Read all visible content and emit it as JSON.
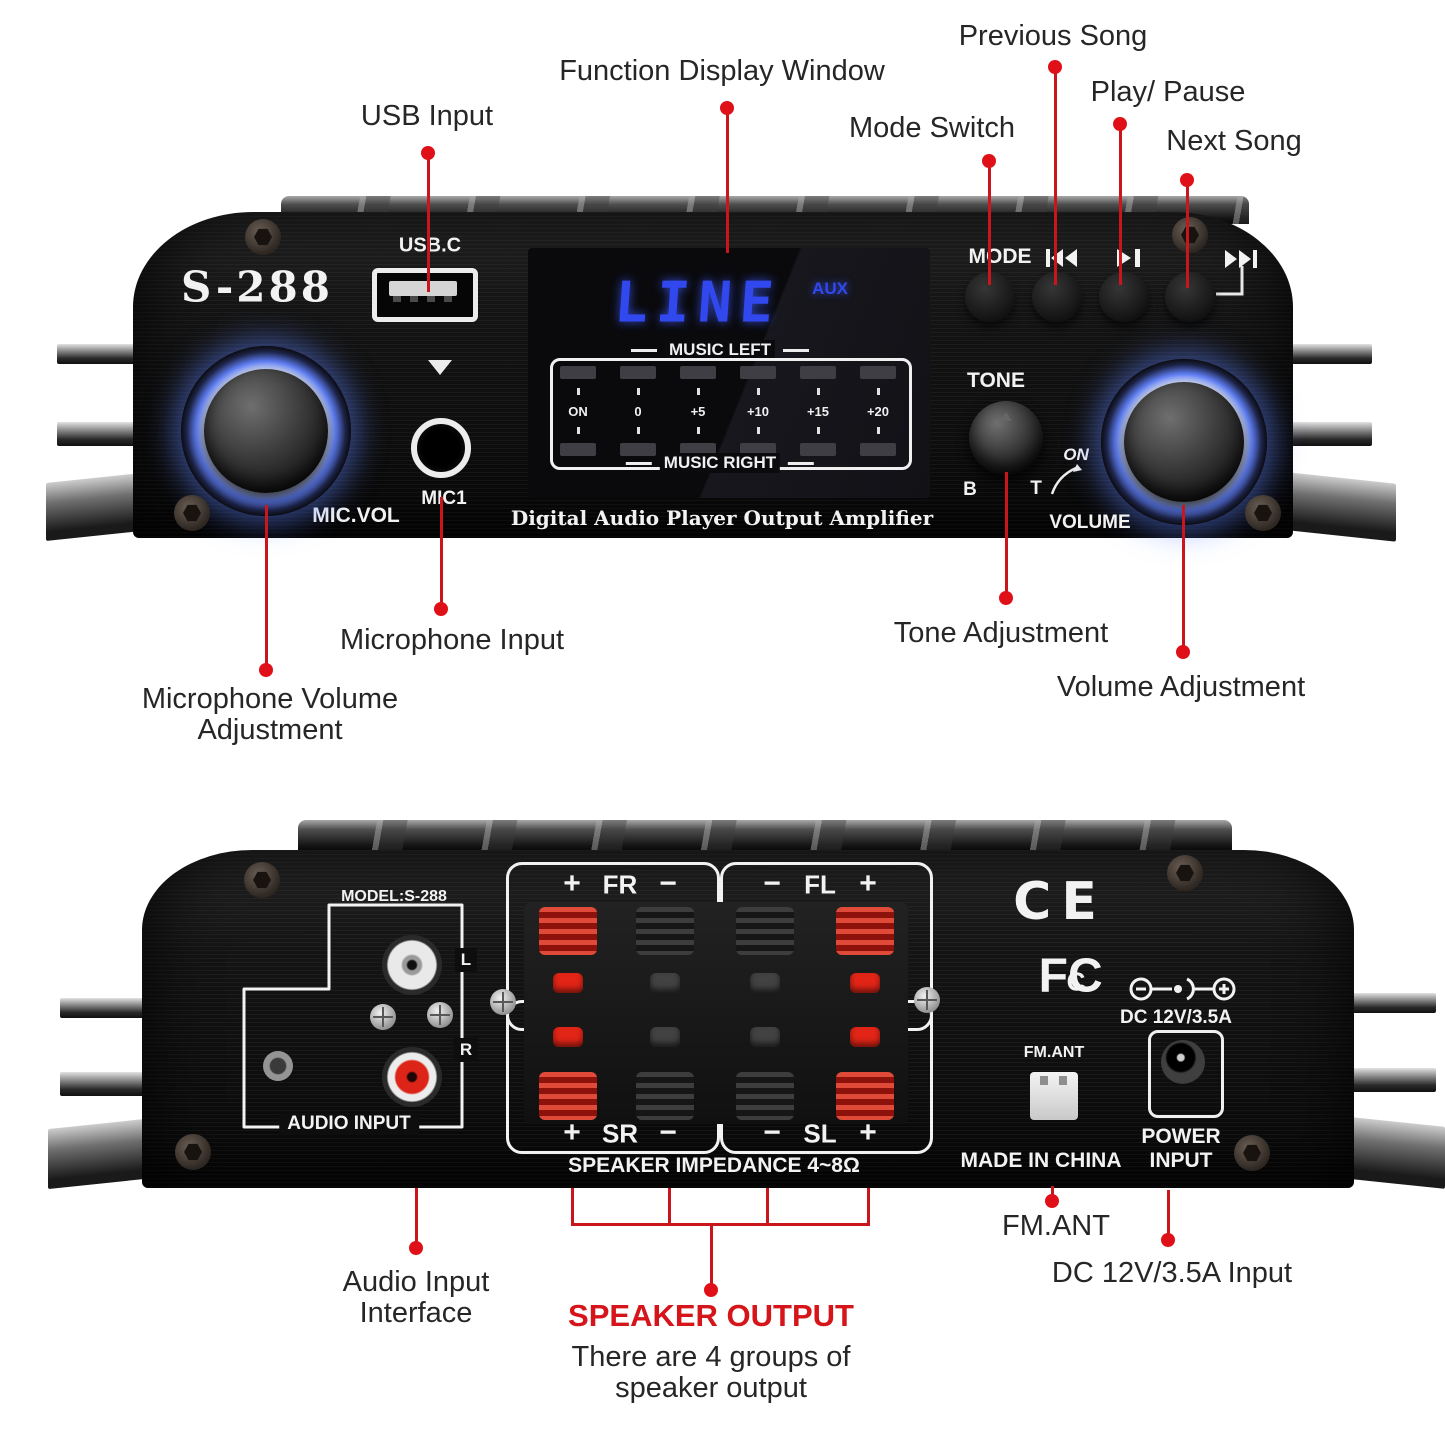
{
  "colors": {
    "callout_red": "#c9151c",
    "dot_red": "#e01019",
    "speaker_output_red": "#d6151b",
    "led_blue": "#3248ef",
    "panel_black": "#101010"
  },
  "icons": {
    "previous": "prev-track-icon",
    "play_pause": "play-pause-icon",
    "next": "next-track-icon",
    "mic_pointer": "down-triangle-icon",
    "dc_polarity": "dc-polarity-icon",
    "on_arrow": "curved-arrow-icon"
  },
  "front_callouts": {
    "previous_song": "Previous Song",
    "function_display_window": "Function Display Window",
    "usb_input": "USB Input",
    "mode_switch": "Mode Switch",
    "play_pause": "Play/ Pause",
    "next_song": "Next Song",
    "microphone_input": "Microphone Input",
    "microphone_volume_line1": "Microphone Volume",
    "microphone_volume_line2": "Adjustment",
    "tone_adjustment": "Tone Adjustment",
    "volume_adjustment": "Volume Adjustment"
  },
  "front_panel": {
    "model": "S-288",
    "usb_port_label": "USB.C",
    "mic_jack_label": "MIC1",
    "mic_volume_label": "MIC.VOL",
    "mode_button_label": "MODE",
    "tone_label": "TONE",
    "bass_label": "B",
    "treble_label": "T",
    "power_on_label": "ON",
    "volume_label": "VOLUME",
    "tagline": "Digital Audio Player Output Amplifier",
    "display": {
      "source": "LINE",
      "aux_indicator": "AUX",
      "music_left": "MUSIC LEFT",
      "music_right": "MUSIC RIGHT",
      "scale": [
        "ON",
        "0",
        "+5",
        "+10",
        "+15",
        "+20"
      ]
    }
  },
  "back_panel": {
    "model_label": "MODEL:S-288",
    "audio_input_label": "AUDIO INPUT",
    "left_channel": "L",
    "right_channel": "R",
    "terminals": {
      "fr": [
        "+",
        "FR",
        "−"
      ],
      "fl": [
        "−",
        "FL",
        "+"
      ],
      "sr": [
        "+",
        "SR",
        "−"
      ],
      "sl": [
        "−",
        "SL",
        "+"
      ]
    },
    "impedance_label": "SPEAKER IMPEDANCE 4~8Ω",
    "ce_mark_c": "C",
    "ce_mark_e": "E",
    "fcc_mark_f": "F",
    "fcc_mark_c1": "C",
    "fcc_mark_c2": "C",
    "dc_rating": "DC 12V/3.5A",
    "fm_antenna_label": "FM.ANT",
    "made_in": "MADE IN CHINA",
    "power_input_line1": "POWER",
    "power_input_line2": "INPUT"
  },
  "back_callouts": {
    "audio_input_line1": "Audio Input",
    "audio_input_line2": "Interface",
    "speaker_output_title": "SPEAKER OUTPUT",
    "speaker_output_desc_line1": "There are 4 groups of",
    "speaker_output_desc_line2": "speaker output",
    "fm_antenna": "FM.ANT",
    "dc_input": "DC 12V/3.5A Input"
  }
}
